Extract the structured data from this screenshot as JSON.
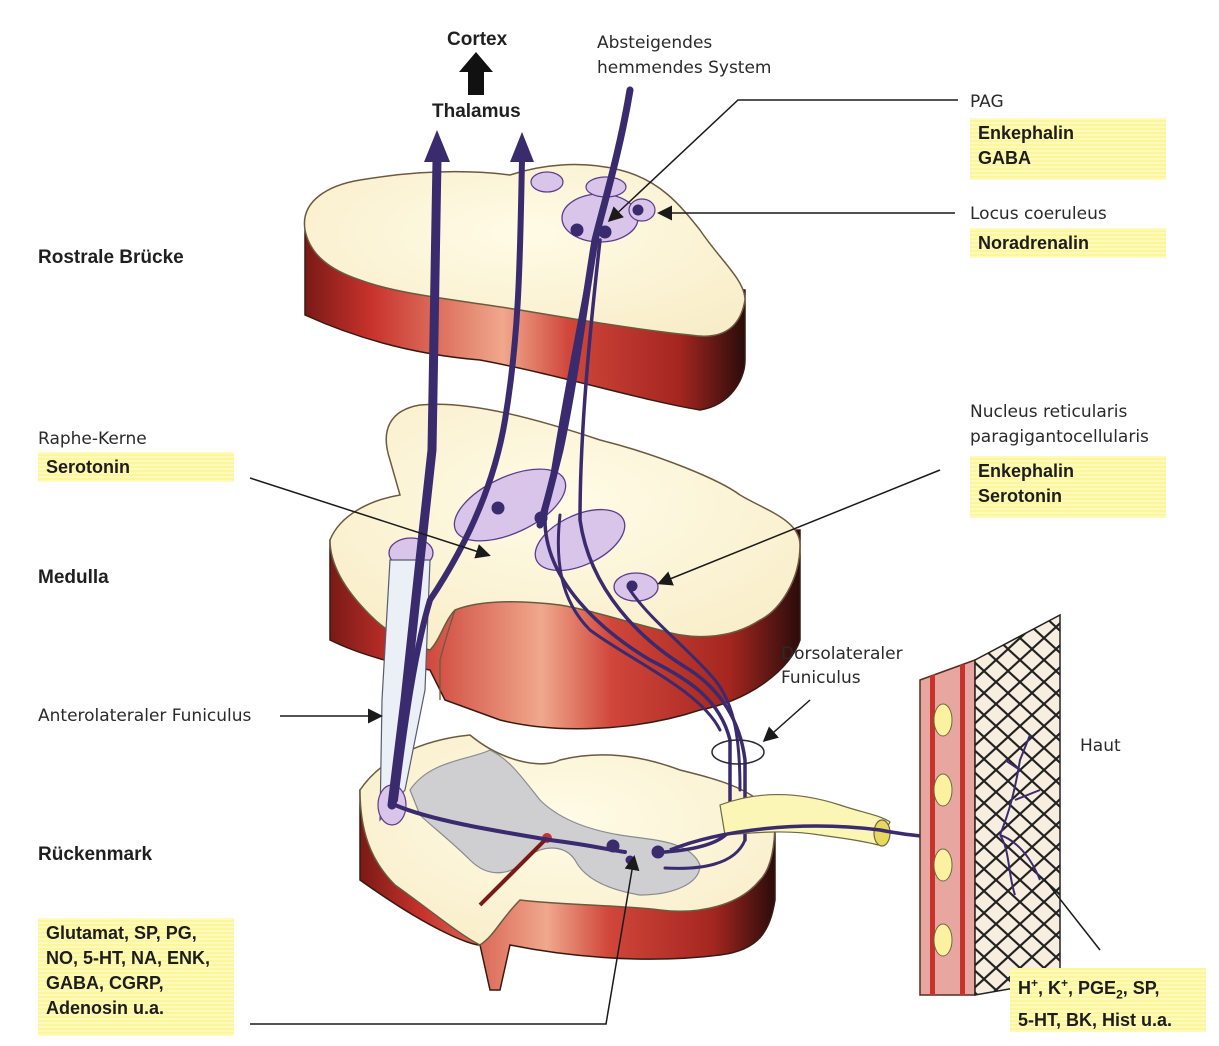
{
  "labels": {
    "cortex": "Cortex",
    "thalamus": "Thalamus",
    "descending_line1": "Absteigendes",
    "descending_line2": "hemmendes System",
    "pag": "PAG",
    "locus": "Locus coeruleus",
    "rostral": "Rostrale Brücke",
    "raphe": "Raphe-Kerne",
    "nucleus_line1": "Nucleus reticularis",
    "nucleus_line2": "paragigantocellularis",
    "medulla": "Medulla",
    "dorsolateral_line1": "Dorsolateraler",
    "dorsolateral_line2": "Funiculus",
    "anterolateral": "Anterolateraler Funiculus",
    "haut": "Haut",
    "spinal": "Rückenmark"
  },
  "boxes": {
    "pag": [
      "Enkephalin",
      "GABA"
    ],
    "locus": [
      "Noradrenalin"
    ],
    "raphe": [
      "Serotonin"
    ],
    "nucleus": [
      "Enkephalin",
      "Serotonin"
    ],
    "spinal": [
      "Glutamat, SP, PG,",
      "NO, 5-HT, NA, ENK,",
      "GABA, CGRP,",
      "Adenosin u.a."
    ],
    "skin": {
      "line1_parts": [
        "H",
        "+",
        ", K",
        "+",
        ", PGE",
        "2",
        ", SP,"
      ],
      "line2": "5-HT, BK, Hist u.a."
    }
  },
  "colors": {
    "section_face": "#fdf6d6",
    "section_side": "#c8322c",
    "tract": "#3a2a6e",
    "nucleus_fill": "#d9c4ea",
    "highlight": "#fdf79a",
    "grey_matter": "#cfcfd2"
  }
}
